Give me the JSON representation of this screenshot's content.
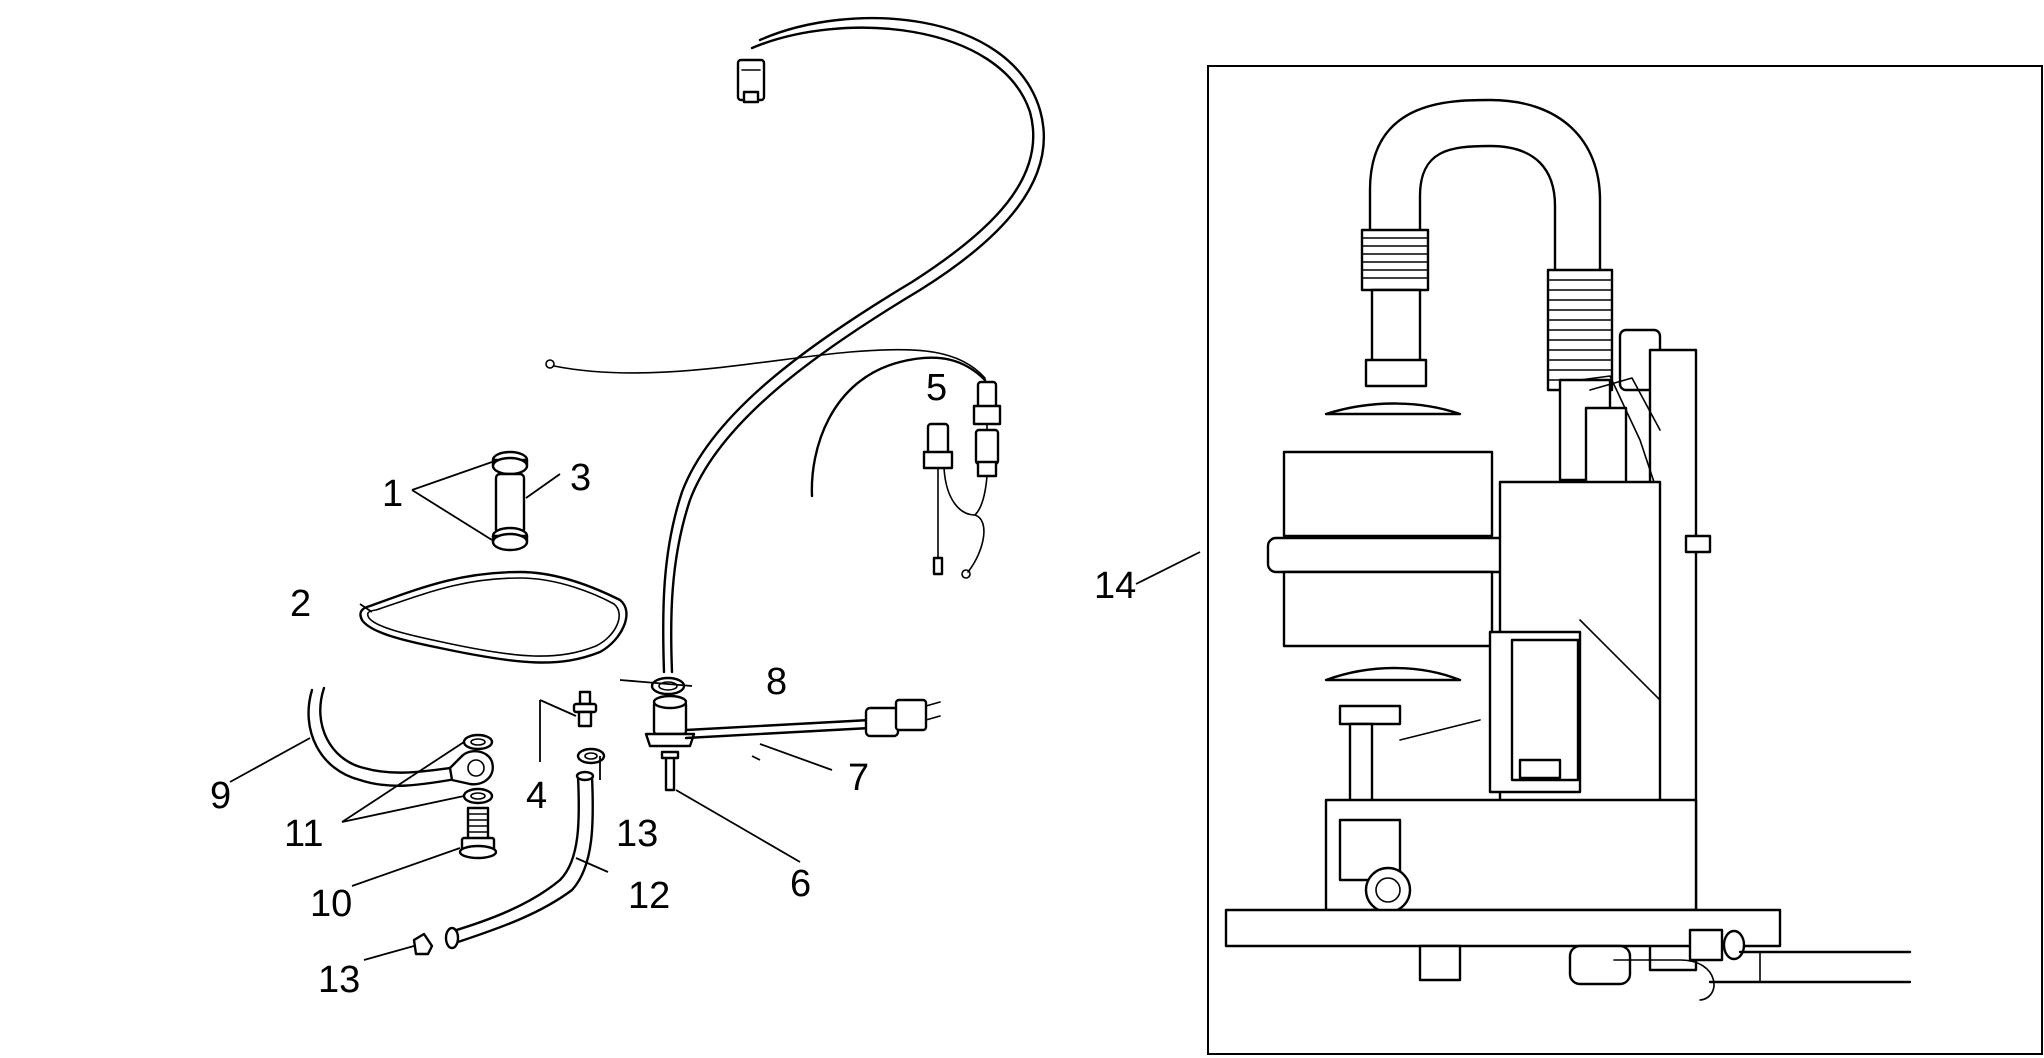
{
  "callouts": {
    "c1": "1",
    "c2": "2",
    "c3": "3",
    "c4": "4",
    "c5": "5",
    "c6": "6",
    "c7": "7",
    "c8": "8",
    "c9": "9",
    "c10": "10",
    "c11": "11",
    "c12": "12",
    "c13a": "13",
    "c13b": "13",
    "c14": "14"
  },
  "colors": {
    "line": "#000000",
    "background": "#ffffff"
  }
}
